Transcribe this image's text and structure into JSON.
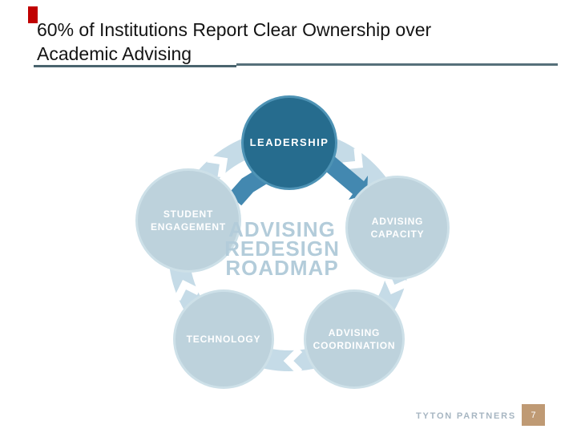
{
  "slide": {
    "title": "60% of Institutions Report Clear Ownership over\nAcademic Advising",
    "accent_bar_color": "#c00000",
    "title_rule_color": "#4a646e"
  },
  "diagram": {
    "center_label": "ADVISING\nREDESIGN\nROADMAP",
    "center_label_color": "#b3ccda",
    "node_dark_color": "#266c8e",
    "node_light_color": "#bdd2dc",
    "arrow_dark_color": "#4388b0",
    "arrow_light_color": "#c5dbe7",
    "nodes": [
      {
        "id": "leadership",
        "label": "LEADERSHIP"
      },
      {
        "id": "student-engagement",
        "label": "STUDENT\nENGAGEMENT"
      },
      {
        "id": "advising-capacity",
        "label": "ADVISING\nCAPACITY"
      },
      {
        "id": "technology",
        "label": "TECHNOLOGY"
      },
      {
        "id": "advising-coordination",
        "label": "ADVISING\nCOORDINATION"
      }
    ]
  },
  "footer": {
    "brand": "TYTON PARTNERS",
    "brand_color": "#a7b6c2",
    "page_number": "7",
    "page_box_color": "#bf9a74"
  }
}
